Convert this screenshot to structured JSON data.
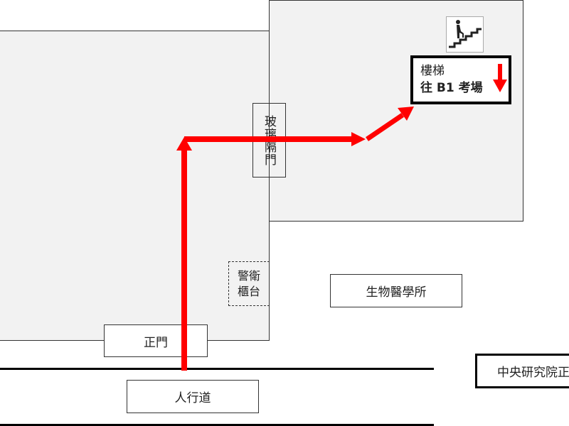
{
  "stairs_sign": {
    "line1": "樓梯",
    "line2": "往 B1 考場"
  },
  "glass_door": "玻璃隔門",
  "guard_counter": {
    "line1": "警衛",
    "line2": "櫃台"
  },
  "institute": "生物醫學所",
  "main_gate": "正門",
  "sidewalk": "人行道",
  "academia_gate": "中央研究院正門",
  "colors": {
    "route": "#ff0000",
    "building": "#f2f2f2"
  }
}
